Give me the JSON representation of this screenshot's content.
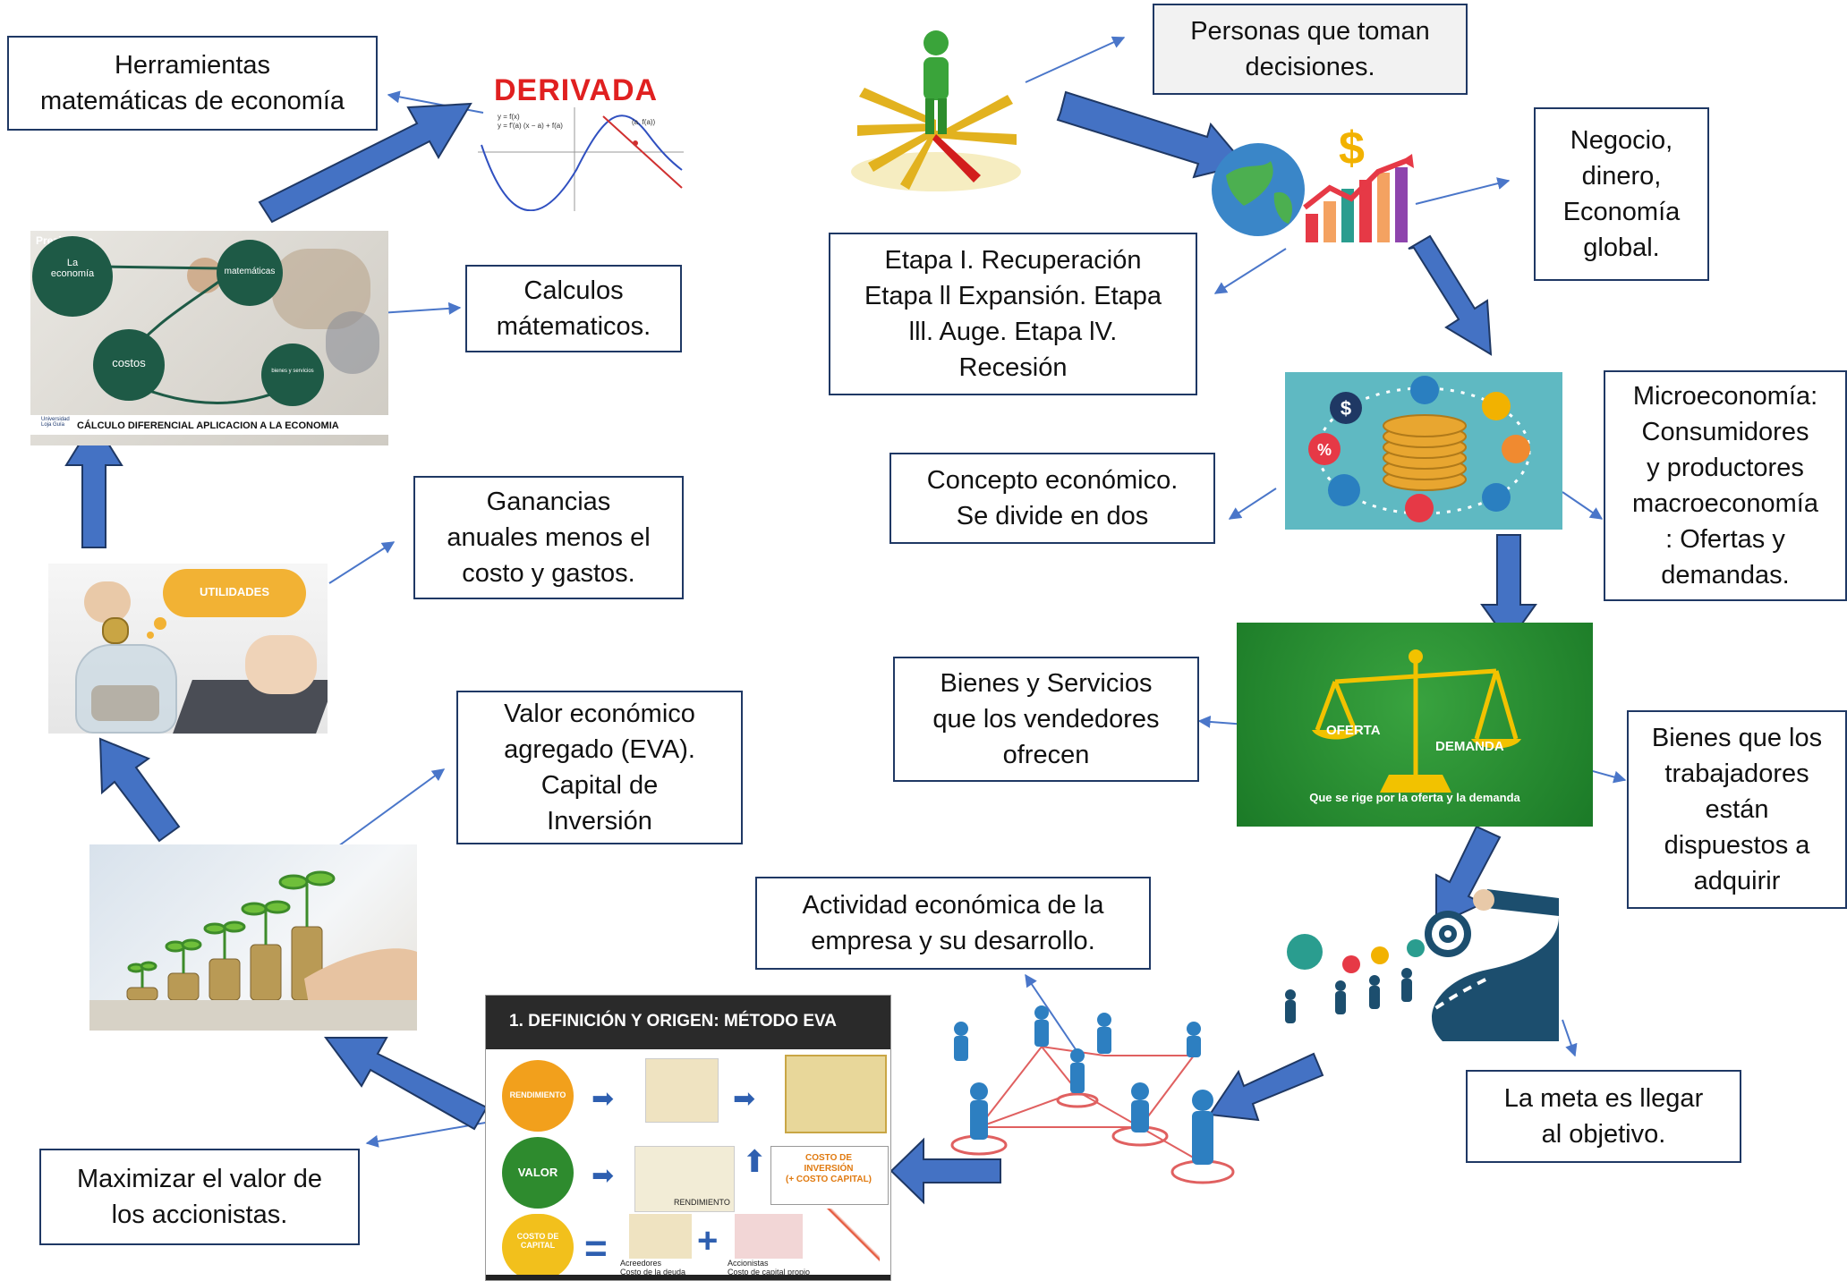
{
  "boxes": {
    "herramientas": "Herramientas\nmatemáticas de economía",
    "calculos": "Calculos\nmátematicos.",
    "ganancias": "Ganancias\nanuales menos el\ncosto y gastos.",
    "valor_eva": "Valor económico\nagregado (EVA).\nCapital de\nInversión",
    "maximizar": "Maximizar el valor de\nlos accionistas.",
    "personas": "Personas que toman\ndecisiones.",
    "negocio": "Negocio,\ndinero,\nEconomía\nglobal.",
    "etapas": "Etapa I. Recuperación\nEtapa ll Expansión. Etapa\nlll. Auge. Etapa lV.\nRecesión",
    "concepto": "Concepto económico.\nSe divide en dos",
    "micro": "Microeconomía:\nConsumidores\ny productores\nmacroeconomía\n: Ofertas y\ndemandas.",
    "bienes_servicios": "Bienes y Servicios\nque los vendedores\nofrecen",
    "bienes_trabajadores": "Bienes que los\ntrabajadores\nestán\ndispuestos a\nadquirir",
    "actividad": "Actividad económica de la\nempresa y su desarrollo.",
    "meta": "La meta es llegar\nal objetivo."
  },
  "images": {
    "derivada": {
      "title": "DERIVADA",
      "legend1": "y = f(x)",
      "legend2": "y = f'(a) (x − a) + f(a)",
      "point": "(a, f(a))"
    },
    "prezi": {
      "brand": "Prezi Video",
      "n1": "La\neconomía",
      "n2": "matemáticas",
      "n3": "costos",
      "n4": "bienes y servicios",
      "caption": "CÁLCULO DIFERENCIAL APLICACION A LA ECONOMIA",
      "logo": "Universidad\nLoja Guía"
    },
    "utilidades": {
      "cloud": "UTILIDADES"
    },
    "balanza": {
      "left": "OFERTA",
      "right": "DEMANDA",
      "caption": "Que se rige por la oferta y la demanda"
    },
    "eva": {
      "title": "1. DEFINICIÓN Y ORIGEN: MÉTODO EVA",
      "c1": "RENDIMIENTO",
      "c2": "VALOR",
      "c3": "COSTO DE\nCAPITAL",
      "rend": "RENDIMIENTO",
      "costo_inv": "COSTO DE\nINVERSIÓN\n(+ COSTO CAPITAL)",
      "acreedores": "Acreedores\nCosto de la deuda",
      "accionistas": "Accionistas\nCosto de capital propio"
    },
    "economia_icon": {
      "dollar": "$"
    }
  },
  "colors": {
    "arrow_fill": "#4472c4",
    "arrow_stroke": "#1f3864",
    "connector": "#4a76c9",
    "box_border": "#1f3864"
  }
}
